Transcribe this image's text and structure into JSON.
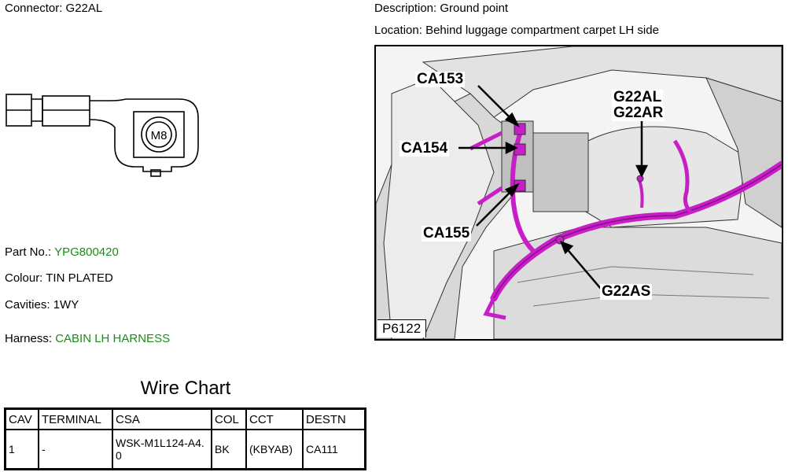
{
  "connector": {
    "label": "Connector:",
    "value": "G22AL",
    "stud_label": "M8"
  },
  "description": {
    "label": "Description:",
    "value": "Ground point"
  },
  "location": {
    "label": "Location:",
    "value": "Behind luggage compartment carpet LH side"
  },
  "part_no": {
    "label": "Part No.:",
    "value": "YPG800420"
  },
  "colour": {
    "label": "Colour:",
    "value": "TIN PLATED"
  },
  "cavities": {
    "label": "Cavities:",
    "value": "1WY"
  },
  "harness": {
    "label": "Harness:",
    "value": "CABIN LH HARNESS"
  },
  "wire_chart": {
    "title": "Wire Chart",
    "headers": [
      "CAV",
      "TERMINAL",
      "CSA",
      "COL",
      "CCT",
      "DESTN"
    ],
    "rows": [
      [
        "1",
        "-",
        "WSK-M1L124-A4.0",
        "BK",
        "(KBYAB)",
        "CA111"
      ]
    ]
  },
  "photo": {
    "reference": "P6122",
    "callouts": [
      "CA153",
      "CA154",
      "CA155",
      "G22AL",
      "G22AR",
      "G22AS"
    ]
  },
  "colors": {
    "accent_green": "#1a8c1a",
    "harness_magenta": "#c81ec8"
  }
}
